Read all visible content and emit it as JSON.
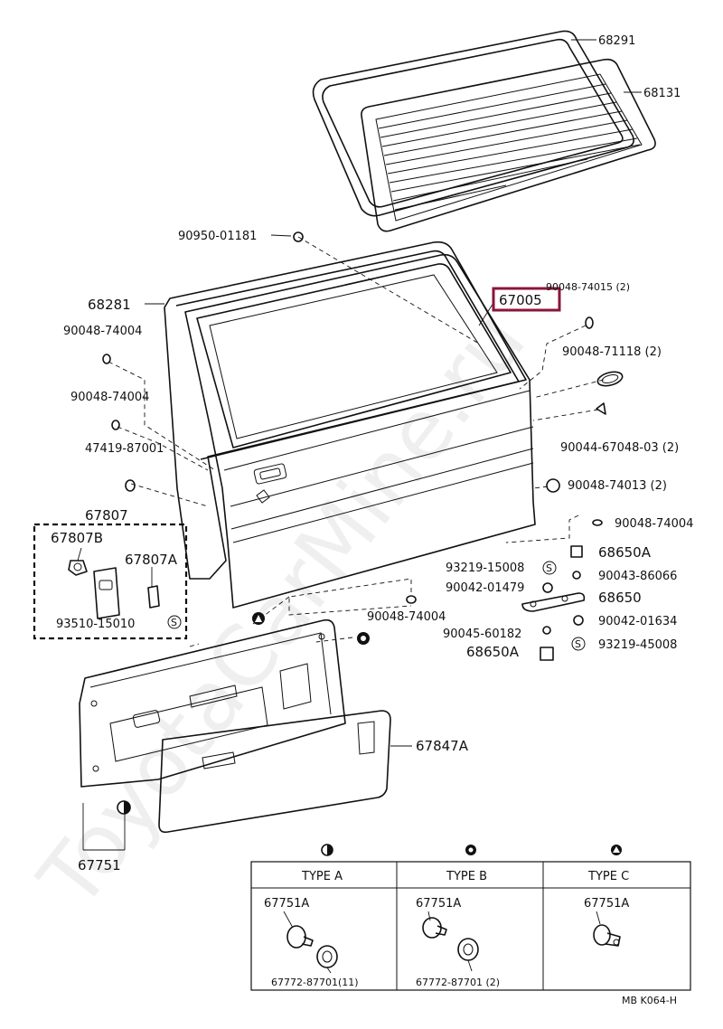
{
  "labels": {
    "p68291": "68291",
    "p68131": "68131",
    "p90950_01181": "90950-01181",
    "p68281": "68281",
    "p67005": "67005",
    "p90048_74015": "90048-74015 (2)",
    "p90048_74004_a": "90048-74004",
    "p90048_71118": "90048-71118 (2)",
    "p90048_74004_b": "90048-74004",
    "p90044_67048_03": "90044-67048-03 (2)",
    "p47419_87001": "47419-87001",
    "p90048_74013": "90048-74013 (2)",
    "p67807": "67807",
    "p67807B": "67807B",
    "p67807A": "67807A",
    "p93510_15010": "93510-15010",
    "p90048_74004_c": "90048-74004",
    "p68650A_top": "68650A",
    "p93219_15008": "93219-15008",
    "p90043_86066": "90043-86066",
    "p90042_01479": "90042-01479",
    "p68650": "68650",
    "p90048_74004_d": "90048-74004",
    "p90042_01634": "90042-01634",
    "p90045_60182": "90045-60182",
    "p93219_45008": "93219-45008",
    "p68650A_bottom": "68650A",
    "p67847A": "67847A",
    "p67751": "67751"
  },
  "symbols": {
    "s": "S"
  },
  "legend": {
    "type_a": {
      "header": "TYPE A",
      "part1": "67751A",
      "part2": "67772-87701(11)"
    },
    "type_b": {
      "header": "TYPE B",
      "part1": "67751A",
      "part2": "67772-87701  (2)"
    },
    "type_c": {
      "header": "TYPE C",
      "part1": "67751A"
    }
  },
  "diagram_code": "MB K064-H",
  "watermark": "ToyotaCarMine.ru",
  "highlight_color": "#8a1538"
}
